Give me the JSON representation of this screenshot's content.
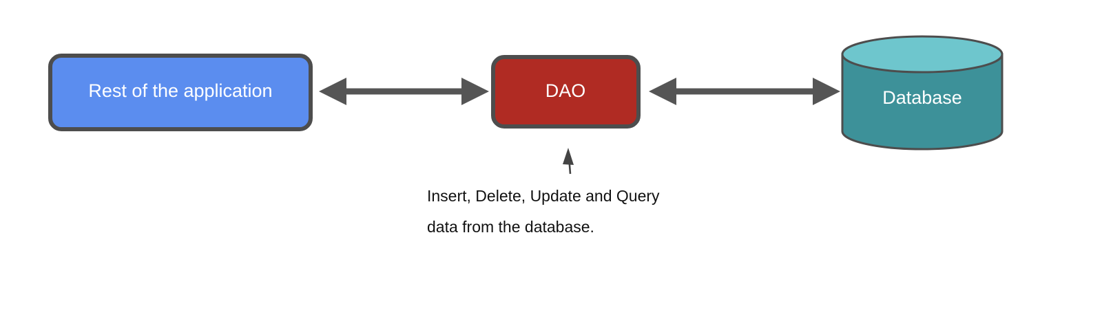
{
  "diagram": {
    "title": "DAO data access layer diagram",
    "background_color": "#ffffff",
    "nodes": [
      {
        "id": "rest-of-application",
        "label": "Rest of the application",
        "shape": "rounded-rectangle",
        "fill": "#5b8def",
        "stroke": "#4d4d4d",
        "text_color": "#ffffff"
      },
      {
        "id": "dao",
        "label": "DAO",
        "shape": "rounded-rectangle",
        "fill": "#b02b23",
        "stroke": "#4d4d4d",
        "text_color": "#ffffff"
      },
      {
        "id": "database",
        "label": "Database",
        "shape": "cylinder",
        "fill": "#3d9199",
        "top_fill": "#6ec6cd",
        "stroke": "#4d4d4d",
        "text_color": "#ffffff"
      }
    ],
    "connectors": [
      {
        "id": "app-dao-connector",
        "from": "rest-of-application",
        "to": "dao",
        "style": "double-headed-arrow",
        "color": "#555555"
      },
      {
        "id": "dao-database-connector",
        "from": "dao",
        "to": "database",
        "style": "double-headed-arrow",
        "color": "#555555"
      },
      {
        "id": "caption-pointer",
        "from": "caption",
        "to": "dao",
        "style": "thin-arrow-up",
        "color": "#444444"
      }
    ],
    "caption": {
      "id": "dao-responsibility-caption",
      "line1": "Insert, Delete, Update and Query",
      "line2": "data from the database.",
      "text_color": "#111111"
    }
  }
}
